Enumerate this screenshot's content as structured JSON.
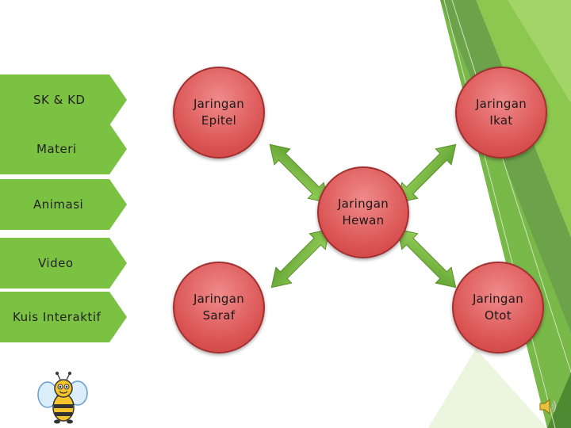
{
  "nav": {
    "items": [
      {
        "label": "SK & KD"
      },
      {
        "label": "Materi"
      },
      {
        "label": "Animasi"
      },
      {
        "label": "Video"
      },
      {
        "label": "Kuis Interaktif"
      }
    ]
  },
  "diagram": {
    "center": {
      "label": "Jaringan\nHewan"
    },
    "nodes": [
      {
        "label": "Jaringan\nEpitel"
      },
      {
        "label": "Jaringan\nIkat"
      },
      {
        "label": "Jaringan\nSaraf"
      },
      {
        "label": "Jaringan\nOtot"
      }
    ]
  },
  "colors": {
    "nav_arrow": "#7cc242",
    "circle_fill": "#d95050",
    "connector_arrow": "#77b83e",
    "right_decoration": "#6aa84f"
  },
  "icons": {
    "mascot": "bee-icon",
    "audio": "speaker-icon"
  }
}
